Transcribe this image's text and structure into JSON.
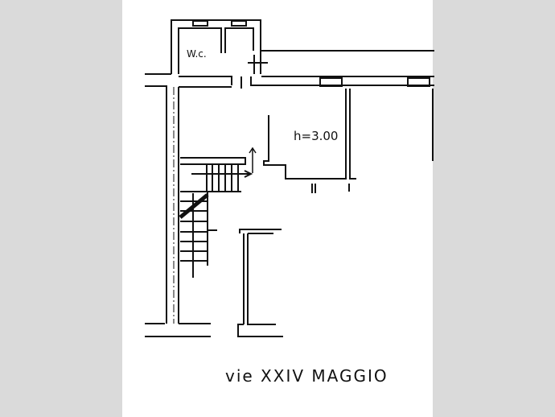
{
  "plan": {
    "wc_label": "W.c.",
    "height_label": "h=3.00",
    "street_label": "vie XXIV MAGGIO"
  },
  "colors": {
    "background": "#dadada",
    "sheet": "#ffffff",
    "ink": "#111111"
  }
}
